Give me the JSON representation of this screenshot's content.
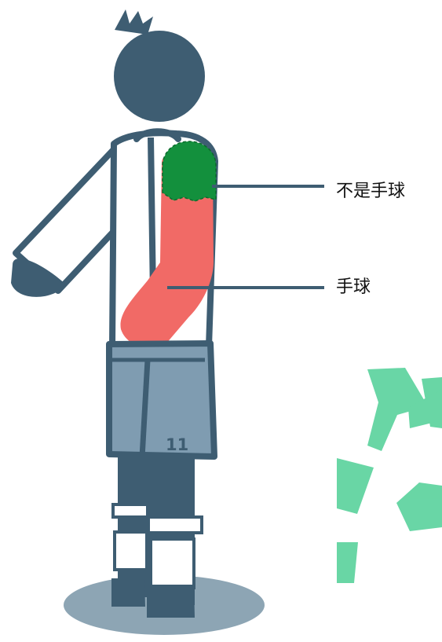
{
  "labels": {
    "not_handball": "不是手球",
    "handball": "手球"
  },
  "figure": {
    "jersey_number": "11"
  },
  "colors": {
    "outline": "#3e5d72",
    "shadow": "#8da5b4",
    "shorts": "#7f9cb1",
    "handball_zone": "#f16a66",
    "not_handball_zone": "#13903d",
    "watermark": "#4fcf96"
  }
}
